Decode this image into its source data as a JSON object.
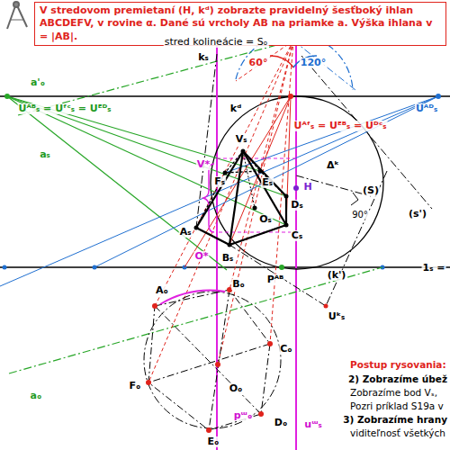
{
  "diagram": {
    "nodes": [
      {
        "text": [
          "V stredovom premietaní (H, kᵈ) zobrazte pravidelný šesťboký ihlan ABCDEFV, v rovine α. Dané sú vrcholy AB na priamke a. Výška ihlana v = |AB|."
        ]
      }
    ],
    "labels": [
      "stred kolineácie = Sₒ",
      "kₛ",
      "a'ₒ",
      "60°",
      "120°",
      "kᵈ",
      "Uᴬᴮₛ = Uᶠᶜₛ = Uᴱᴰₛ",
      "Uᴬᶠₛ = Uᴱᴮₛ = Uᴰᶜₛ",
      "Uᴬᴰₛ",
      "aₛ",
      "Vₛ",
      "V*",
      "Δᵏ",
      "Fₛ",
      "Eₛ",
      "Dₛ",
      "H",
      "Oₛ",
      "Cₛ",
      "Aₛ",
      "Bₛ",
      "O*",
      "(S)",
      "90°",
      "(s')",
      "Pᴬᴮ",
      "1ₛ =",
      "(k')",
      "Aₒ",
      "Bₒ",
      "Cₒ",
      "Fₒ",
      "Dₒ",
      "Eₒ",
      "Oₒ",
      "pᵚₒ",
      "uᵚₛ",
      "Uᵏₛ",
      "aₒ",
      "Postup rysovania:",
      "2) Zobrazíme úbež",
      "Zobrazíme bod Vₛ,",
      "Pozri príklad S19a v",
      "3) Zobrazíme hrany",
      "viditeľnosť všetkých"
    ]
  }
}
